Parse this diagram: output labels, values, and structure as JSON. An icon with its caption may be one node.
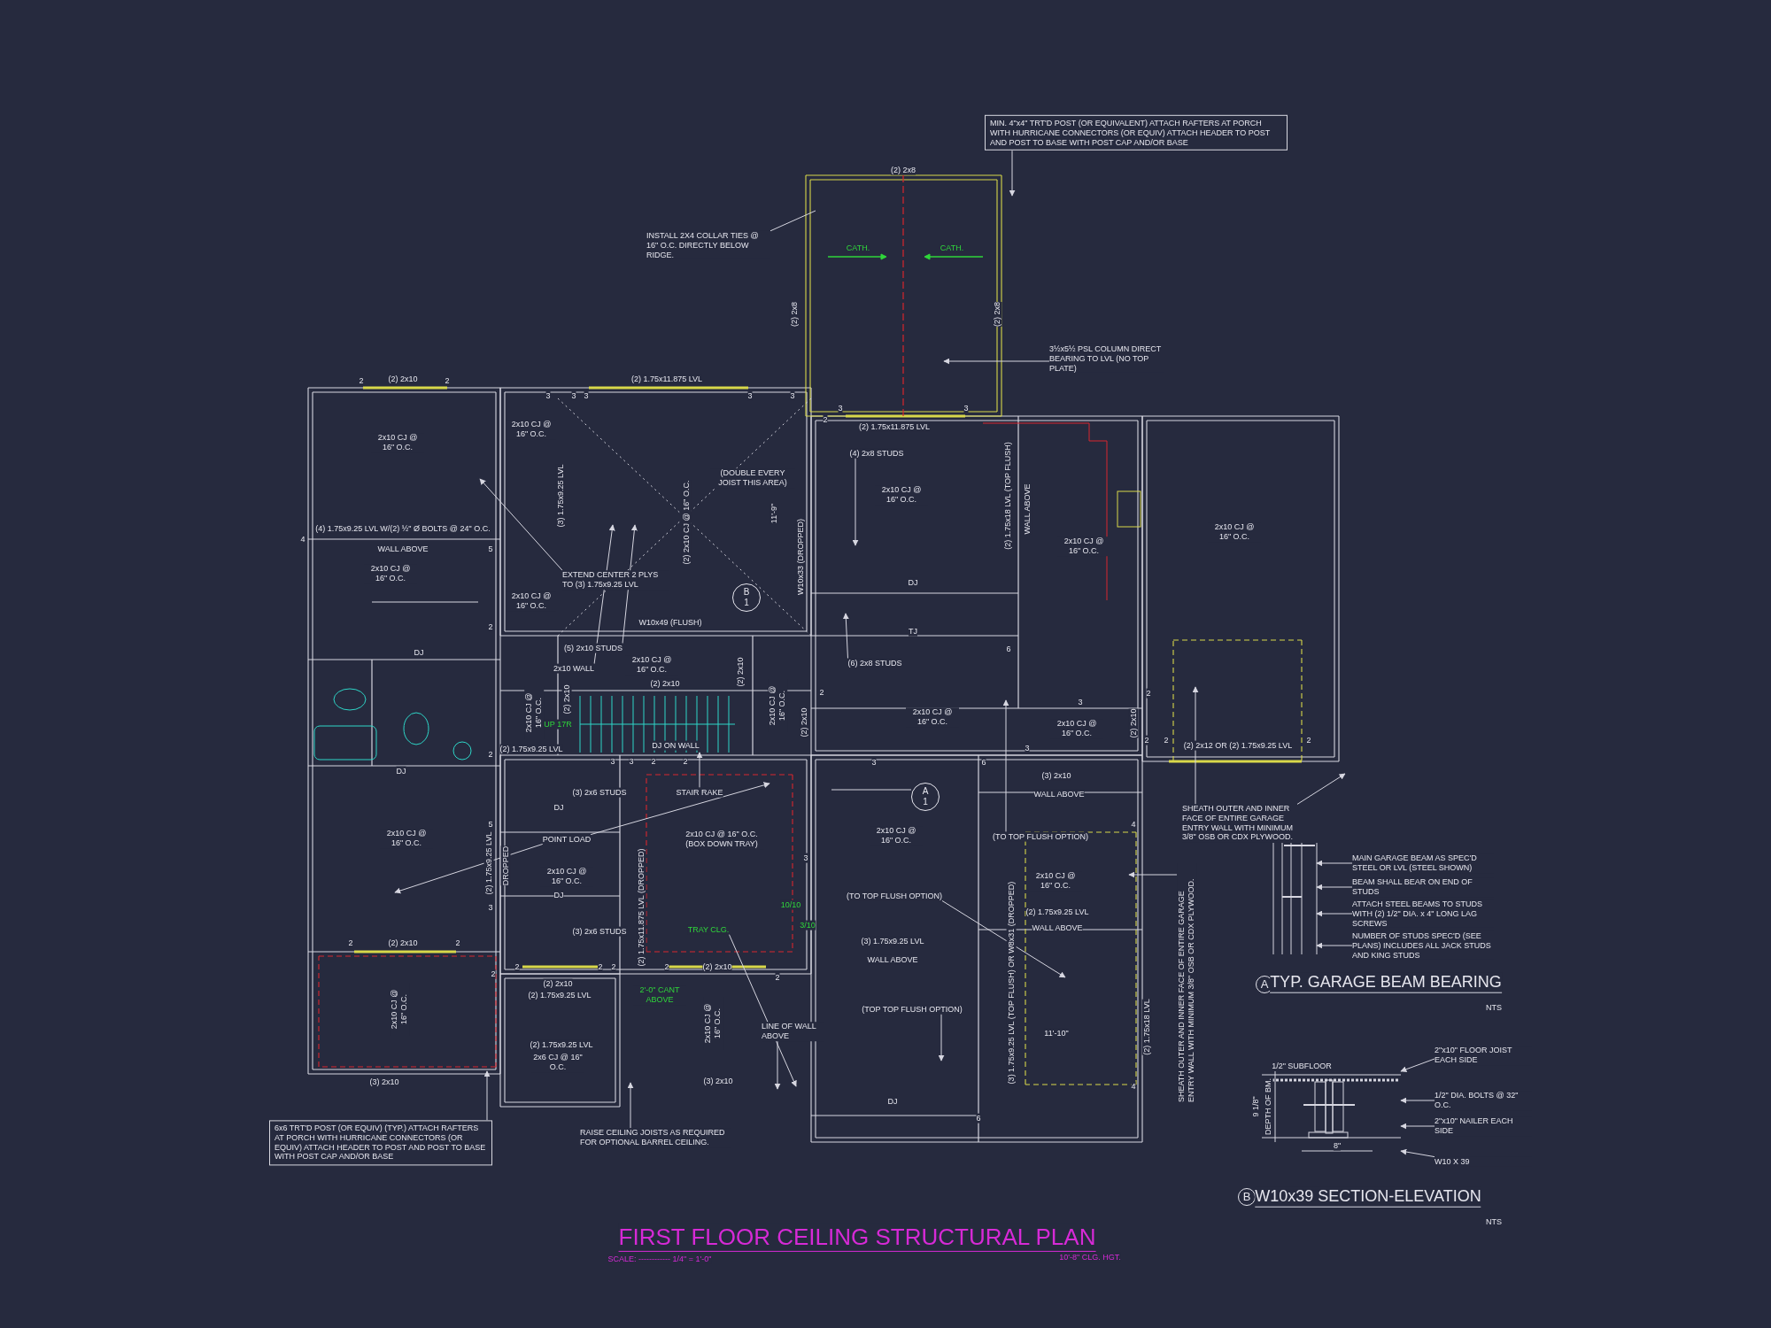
{
  "diagram": {
    "title": "FIRST FLOOR CEILING STRUCTURAL PLAN",
    "nodes": [
      {
        "text": [
          "INSTALL 2X4 COLLAR TIES @ 16\" O.C. DIRECTLY BELOW RIDGE."
        ]
      },
      {
        "text": [
          "MIN. 4\"x4\" TRT'D POST (OR EQUIVALENT) ATTACH RAFTERS AT PORCH WITH HURRICANE CONNECTORS (OR EQUIV) ATTACH HEADER TO POST AND POST TO BASE WITH POST CAP AND/OR BASE"
        ]
      },
      {
        "text": [
          "3½x5½ PSL COLUMN DIRECT BEARING TO LVL (NO TOP PLATE)"
        ]
      },
      {
        "text": [
          "(4) 2x8 STUDS"
        ]
      },
      {
        "text": [
          "EXTEND CENTER 2 PLYS TO (3) 1.75x9.25 LVL"
        ]
      },
      {
        "text": [
          "(5) 2x10 STUDS"
        ]
      },
      {
        "text": [
          "2x10 WALL"
        ]
      },
      {
        "text": [
          "(6) 2x8 STUDS"
        ]
      },
      {
        "text": [
          "POINT LOAD"
        ]
      },
      {
        "text": [
          "STAIR RAKE"
        ]
      },
      {
        "text": [
          "TRAY CLG."
        ]
      },
      {
        "text": [
          "(TO TOP FLUSH OPTION)"
        ]
      },
      {
        "text": [
          "(TO TOP FLUSH OPTION)"
        ]
      },
      {
        "text": [
          "(TOP TOP FLUSH OPTION)"
        ]
      },
      {
        "text": [
          "SHEATH OUTER AND INNER FACE OF ENTIRE GARAGE ENTRY WALL WITH MINIMUM 3/8\" OSB OR CDX PLYWOOD."
        ]
      },
      {
        "text": [
          "SHEATH OUTER AND INNER FACE OF ENTIRE GARAGE ENTRY WALL WITH MINIMUM 3/8\" OSB OR CDX PLYWOOD."
        ]
      },
      {
        "text": [
          "LINE OF WALL ABOVE"
        ]
      },
      {
        "text": [
          "RAISE CEILING JOISTS AS REQUIRED FOR OPTIONAL BARREL CEILING."
        ]
      },
      {
        "text": [
          "6x6 TRT'D POST (OR EQUIV) (TYP.) ATTACH RAFTERS AT PORCH WITH HURRICANE CONNECTORS (OR EQUIV) ATTACH HEADER TO POST AND POST TO BASE WITH POST CAP AND/OR BASE"
        ]
      },
      {
        "text": [
          "B",
          "1"
        ]
      },
      {
        "text": [
          "A",
          "1"
        ]
      },
      {
        "text": [
          "MAIN GARAGE BEAM AS SPEC'D STEEL OR LVL (STEEL SHOWN)"
        ]
      },
      {
        "text": [
          "BEAM SHALL BEAR ON END OF STUDS"
        ]
      },
      {
        "text": [
          "ATTACH STEEL BEAMS TO STUDS WITH (2) 1/2\" DIA. x 4\" LONG LAG SCREWS"
        ]
      },
      {
        "text": [
          "NUMBER OF STUDS SPEC'D (SEE PLANS) INCLUDES ALL JACK STUDS AND KING STUDS"
        ]
      },
      {
        "text": [
          "2\"x10\" FLOOR JOIST EACH SIDE"
        ]
      },
      {
        "text": [
          "1/2\" DIA. BOLTS @ 32\" O.C."
        ]
      },
      {
        "text": [
          "2\"x10\" NAILER EACH SIDE"
        ]
      },
      {
        "text": [
          "W10 X 39"
        ]
      },
      {
        "text": [],
        "shape": "picture"
      },
      {
        "text": [],
        "shape": "picture"
      },
      {
        "text": [],
        "shape": "picture"
      }
    ],
    "edges": [
      {
        "from": 0,
        "to": null,
        "arrow": "none"
      },
      {
        "from": 1,
        "to": null,
        "arrow": "to"
      },
      {
        "from": 2,
        "to": null,
        "arrow": "to"
      },
      {
        "from": 3,
        "to": null,
        "arrow": "to"
      },
      {
        "from": 4,
        "to": null,
        "arrow": "to"
      },
      {
        "from": 5,
        "to": null,
        "arrow": "to"
      },
      {
        "from": 6,
        "to": null,
        "arrow": "to"
      },
      {
        "from": 7,
        "to": null,
        "arrow": "to"
      },
      {
        "from": 8,
        "to": null,
        "arrow": "to"
      },
      {
        "from": 8,
        "to": null,
        "arrow": "to"
      },
      {
        "from": 9,
        "to": 29,
        "arrow": "to"
      },
      {
        "from": 10,
        "to": null,
        "arrow": "to"
      },
      {
        "from": 11,
        "to": null,
        "arrow": "to"
      },
      {
        "from": 12,
        "to": null,
        "arrow": "to"
      },
      {
        "from": 13,
        "to": null,
        "arrow": "to"
      },
      {
        "from": 14,
        "to": null,
        "arrow": "to"
      },
      {
        "from": 14,
        "to": null,
        "arrow": "to"
      },
      {
        "from": 15,
        "to": null,
        "arrow": "to"
      },
      {
        "from": 16,
        "to": null,
        "arrow": "to"
      },
      {
        "from": 17,
        "to": null,
        "arrow": "to"
      },
      {
        "from": 18,
        "to": null,
        "arrow": "to"
      },
      {
        "from": 20,
        "to": null,
        "arrow": "none"
      },
      {
        "from": 21,
        "to": 30,
        "arrow": "to"
      },
      {
        "from": 22,
        "to": 30,
        "arrow": "to"
      },
      {
        "from": 23,
        "to": 30,
        "arrow": "to"
      },
      {
        "from": 24,
        "to": 30,
        "arrow": "to"
      },
      {
        "from": 25,
        "to": 31,
        "arrow": "to"
      },
      {
        "from": 26,
        "to": 31,
        "arrow": "to"
      },
      {
        "from": 27,
        "to": 31,
        "arrow": "to"
      },
      {
        "from": 28,
        "to": 31,
        "arrow": "to"
      }
    ],
    "labels": [
      "(2) 2x8",
      "CATH.",
      "CATH.",
      "(2) 2x8",
      "(2) 2x8",
      "2",
      "(2) 2x10",
      "2",
      "(2) 1.75x11.875 LVL",
      "3",
      "3",
      "3",
      "3",
      "3",
      "3",
      "3",
      "2",
      "(2) 1.75x11.875 LVL",
      "2x10 CJ @ 16\" O.C.",
      "2x10 CJ @ 16\" O.C.",
      "(DOUBLE EVERY JOIST THIS AREA)",
      "(3) 1.75x9.25 LVL",
      "(2) 2x10 CJ @ 16\" O.C.",
      "11'-9\"",
      "2x10 CJ @ 16\" O.C.",
      "(2) 1.75x18 LVL (TOP FLUSH)",
      "WALL ABOVE",
      "2x10 CJ @ 16\" O.C.",
      "2x10 CJ @ 16\" O.C.",
      "(4) 1.75x9.25 LVL W/(2) ½\" Ø BOLTS @ 24\" O.C.",
      "4",
      "WALL ABOVE",
      "5",
      "W10x33 (DROPPED)",
      "2x10 CJ @ 16\" O.C.",
      "2x10 CJ @ 16\" O.C.",
      "W10x49 (FLUSH)",
      "2",
      "DJ",
      "2x10 CJ @ 16\" O.C.",
      "DJ",
      "TJ",
      "6",
      "(2) 2x10",
      "(2) 2x10",
      "(2) 2x10",
      "2",
      "2x10 CJ @ 16\" O.C.",
      "2x10 CJ @ 16\" O.C.",
      "(2) 2x10",
      "2",
      "3",
      "2x10 CJ @ 16\" O.C.",
      "2x10 CJ @ 16\" O.C.",
      "(2) 2x10",
      "UP 17R",
      "(2) 1.75x9.25 LVL",
      "DJ ON WALL",
      "2",
      "2",
      "(2) 2x12 OR (2) 1.75x9.25 LVL",
      "2",
      "2",
      "3",
      "3",
      "2",
      "2",
      "3",
      "6",
      "3",
      "DJ",
      "(3) 2x10",
      "WALL ABOVE",
      "DJ",
      "5",
      "4",
      "2x10 CJ @ 16\" O.C.",
      "2x10 CJ @ 16\" O.C. (BOX DOWN TRAY)",
      "2x10 CJ @ 16\" O.C.",
      "3",
      "(2) 1.75x9.25 LVL",
      "DROPPED",
      "2x10 CJ @ 16\" O.C.",
      "(2) 1.75x11.875 LVL (DROPPED)",
      "2x10 CJ @ 16\" O.C.",
      "DJ",
      "3",
      "10/10",
      "3/10",
      "(2) 1.75x9.25 LVL",
      "WALL ABOVE",
      "(3) 1.75x9.25 LVL",
      "WALL ABOVE",
      "(3) 2x6 STUDS",
      "2",
      "(2) 2x10",
      "2",
      "(2) 1.75x18 LVL",
      "(3) 1.75x9.25 LVL (TOP FLUSH) OR W8x31 (DROPPED)",
      "2",
      "2",
      "2",
      "2",
      "2",
      "(2) 2x10",
      "2",
      "(2) 2x10",
      "(2) 1.75x9.25 LVL",
      "2'-0\" CANT ABOVE",
      "2x10 CJ @ 16\" O.C.",
      "2x10 CJ @ 16\" O.C.",
      "11'-10\"",
      "(2) 1.75x9.25 LVL",
      "2x6 CJ @ 16\" O.C.",
      "(3) 2x10",
      "(3) 2x10",
      "DJ",
      "4",
      "6",
      "(3) 2x6 STUDS",
      "A",
      "TYP. GARAGE BEAM BEARING",
      "NTS",
      "9 1/8\"",
      "DEPTH OF BM.",
      "8\"",
      "B",
      "W10x39 SECTION-ELEVATION",
      "NTS",
      "SCALE: ------------ 1/4\" = 1'-0\"",
      "10'-8\" CLG. HGT.",
      "1/2\" SUBFLOOR"
    ]
  }
}
